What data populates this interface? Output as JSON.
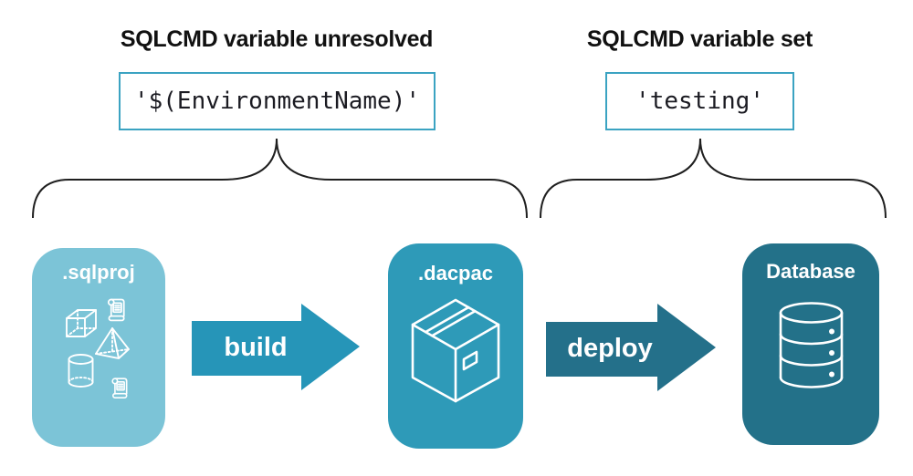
{
  "annotations": {
    "left": {
      "title": "SQLCMD variable unresolved",
      "code": "'$(EnvironmentName)'"
    },
    "right": {
      "title": "SQLCMD variable set",
      "code": "'testing'"
    }
  },
  "pipeline": {
    "nodes": [
      {
        "id": "sqlproj",
        "label": ".sqlproj",
        "color": "#7cc4d7",
        "icon": "sql-objects-icon"
      },
      {
        "id": "dacpac",
        "label": ".dacpac",
        "color": "#2e9ab8",
        "icon": "package-box-icon"
      },
      {
        "id": "database",
        "label": "Database",
        "color": "#237189",
        "icon": "database-cylinder-icon"
      }
    ],
    "arrows": [
      {
        "label": "build",
        "color": "#2695b8"
      },
      {
        "label": "deploy",
        "color": "#24708a"
      }
    ]
  },
  "colors": {
    "background": "#ffffff",
    "code_box_border": "#3ba3c2",
    "brace_stroke": "#1f1f1f",
    "heading_text": "#111111",
    "code_text": "#1b1b22",
    "card_label_text": "#ffffff"
  }
}
